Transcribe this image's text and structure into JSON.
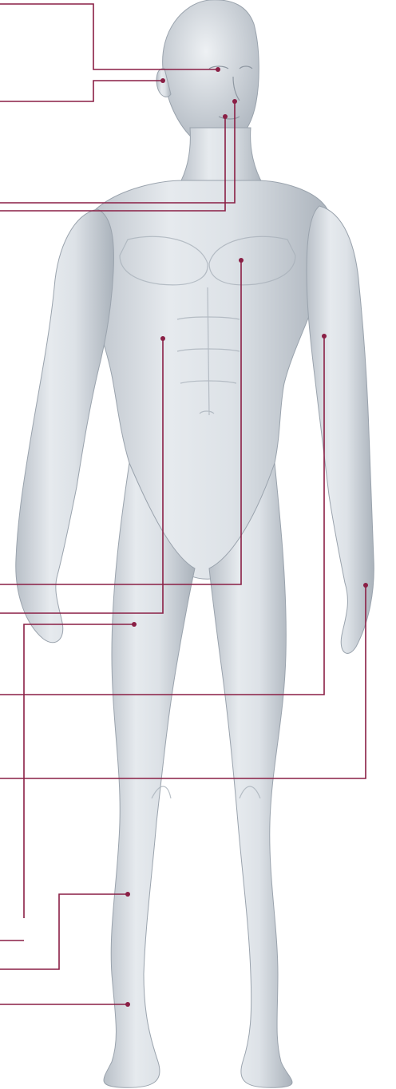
{
  "figure": {
    "name": "anatomical-body-figure",
    "line_color": "#8a1f45",
    "skin_light": "#e4e8ec",
    "skin_mid": "#c6ccd3",
    "skin_shadow": "#9ea6b0"
  },
  "leaders": [
    {
      "name": "leader-eye"
    },
    {
      "name": "leader-ear"
    },
    {
      "name": "leader-nose"
    },
    {
      "name": "leader-mouth"
    },
    {
      "name": "leader-chest"
    },
    {
      "name": "leader-abdomen"
    },
    {
      "name": "leader-forearm"
    },
    {
      "name": "leader-hip"
    },
    {
      "name": "leader-hand"
    },
    {
      "name": "leader-shin"
    },
    {
      "name": "leader-knee"
    },
    {
      "name": "leader-ankle"
    }
  ]
}
